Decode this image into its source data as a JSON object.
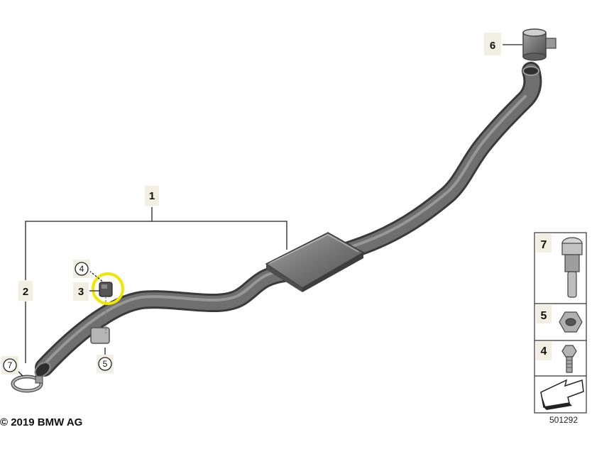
{
  "copyright": "© 2019 BMW AG",
  "diagram_id": "501292",
  "callouts": {
    "c1": "1",
    "c2": "2",
    "c3": "3",
    "c4": "4",
    "c5": "5",
    "c6": "6",
    "c7": "7"
  },
  "legend": {
    "items": [
      {
        "label": "7",
        "icon": "clamp-bolt-icon"
      },
      {
        "label": "5",
        "icon": "hex-nut-icon"
      },
      {
        "label": "4",
        "icon": "bolt-icon"
      }
    ],
    "arrow_icon": "forward-arrow-icon"
  },
  "colors": {
    "pipe": "#6e6e6e",
    "highlight": "#f2e600",
    "label_bg": "#f3eee2"
  }
}
